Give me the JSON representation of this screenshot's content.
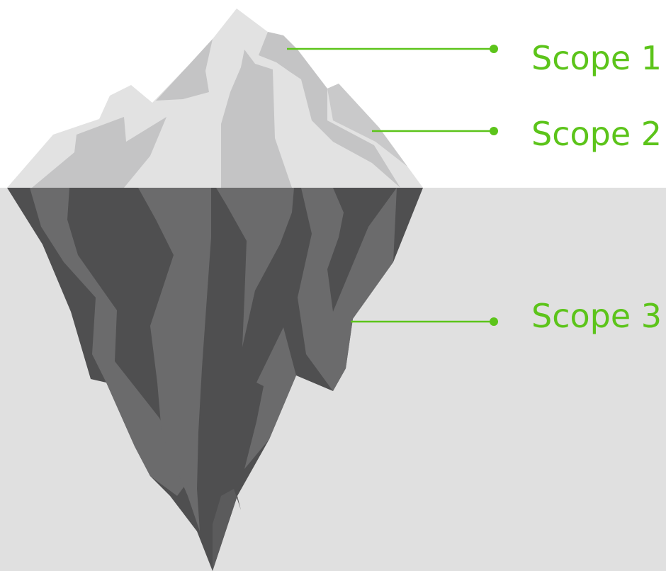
{
  "colors": {
    "accent": "#5cc41a",
    "water": "#e0e0e0",
    "sky": "#ffffff",
    "ice_light": "#e2e2e2",
    "ice_mid": "#c4c4c5",
    "ice_dark": "#a9a9aa",
    "under_light": "#6b6b6c",
    "under_dark": "#4f4f50"
  },
  "labels": [
    {
      "id": "scope-1",
      "text": "Scope 1"
    },
    {
      "id": "scope-2",
      "text": "Scope 2"
    },
    {
      "id": "scope-3",
      "text": "Scope 3"
    }
  ]
}
